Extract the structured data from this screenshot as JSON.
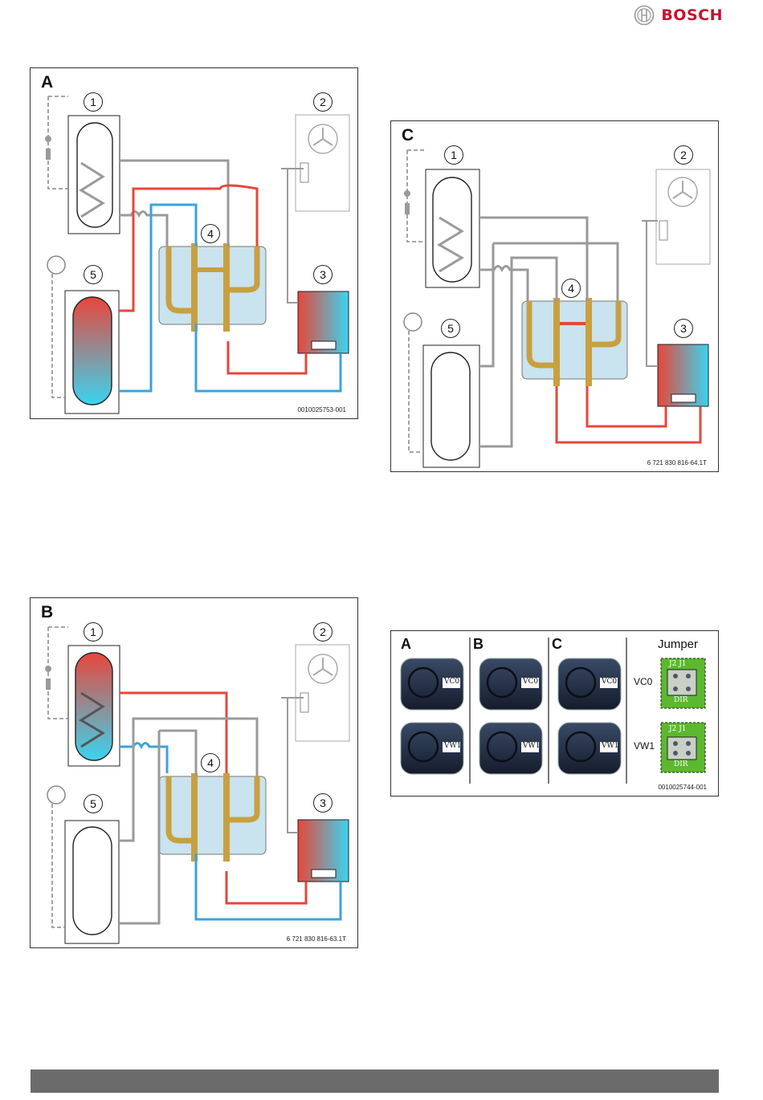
{
  "brand": {
    "name": "BOSCH",
    "color": "#c8102e"
  },
  "colors": {
    "hot": "#e8463b",
    "cold": "#3aa3e0",
    "pipe_gray": "#9a9a9a",
    "valve_brass": "#c8a040",
    "box_fill": "#c9e3ef",
    "jumper_green": "#5cb82e"
  },
  "panel_a": {
    "letter": "A",
    "code": "0010025753-001",
    "labels": {
      "n1": "1",
      "n2": "2",
      "n3": "3",
      "n4": "4",
      "n5": "5"
    }
  },
  "panel_b": {
    "letter": "B",
    "code": "6 721 830 816-63.1T",
    "labels": {
      "n1": "1",
      "n2": "2",
      "n3": "3",
      "n4": "4",
      "n5": "5"
    }
  },
  "panel_c": {
    "letter": "C",
    "code": "6 721 830 816-64.1T",
    "labels": {
      "n1": "1",
      "n2": "2",
      "n3": "3",
      "n4": "4",
      "n5": "5"
    }
  },
  "panel_d": {
    "code": "0010025744-001",
    "columns": [
      "A",
      "B",
      "C"
    ],
    "jumper_title": "Jumper",
    "rows": [
      {
        "label": "VC0",
        "actuator_text": "VC0",
        "pins_top": "J2 J1",
        "pins_bottom": "DIR"
      },
      {
        "label": "VW1",
        "actuator_text": "VW1",
        "pins_top": "J2 J1",
        "pins_bottom": "DIR"
      }
    ]
  }
}
